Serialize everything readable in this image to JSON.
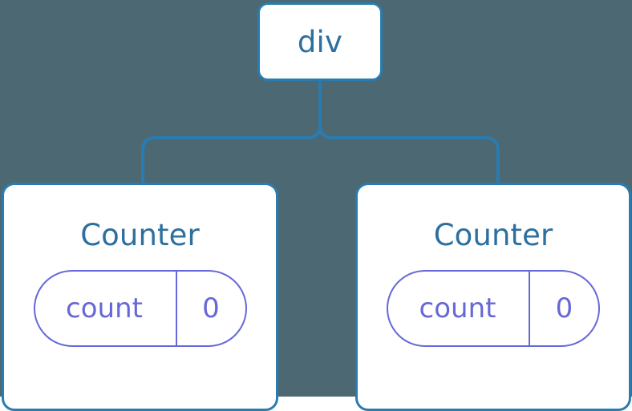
{
  "diagram": {
    "title": "component-tree",
    "background_color": "#4c6873",
    "node_border_color": "#2a7cb0",
    "node_text_color": "#2d6f9e",
    "state_accent_color": "#6668d8",
    "connector_color": "#2a7cb0",
    "root": {
      "label": "div"
    },
    "children": [
      {
        "label": "Counter",
        "state": {
          "key": "count",
          "value": "0"
        }
      },
      {
        "label": "Counter",
        "state": {
          "key": "count",
          "value": "0"
        }
      }
    ]
  }
}
